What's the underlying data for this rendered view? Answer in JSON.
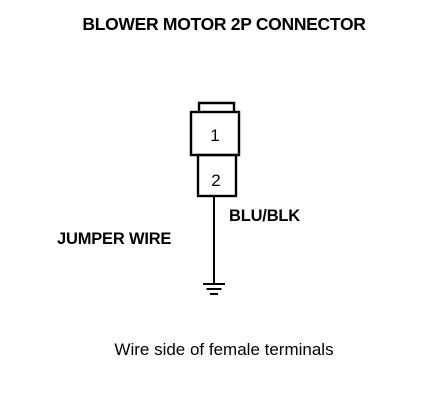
{
  "diagram": {
    "title": "BLOWER MOTOR 2P CONNECTOR",
    "connector": {
      "pins": [
        {
          "number": "1"
        },
        {
          "number": "2"
        }
      ]
    },
    "wire_color": "BLU/BLK",
    "jumper_label": "JUMPER WIRE",
    "view_note": "Wire side of female terminals",
    "colors": {
      "ink": "#000000",
      "background": "#ffffff"
    }
  }
}
